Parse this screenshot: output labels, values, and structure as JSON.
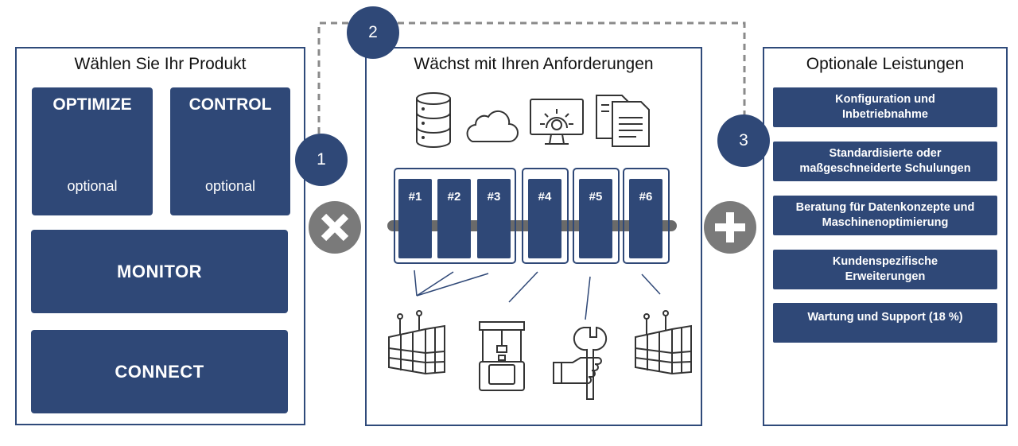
{
  "left": {
    "title": "Wählen Sie Ihr Produkt",
    "optimize": {
      "label": "OPTIMIZE",
      "sub": "optional"
    },
    "control": {
      "label": "CONTROL",
      "sub": "optional"
    },
    "monitor": "MONITOR",
    "connect": "CONNECT"
  },
  "middle": {
    "title": "Wächst mit Ihren Anforderungen",
    "modules": [
      "#1",
      "#2",
      "#3",
      "#4",
      "#5",
      "#6"
    ],
    "top_icons": [
      "database-icon",
      "cloud-icon",
      "monitor-gear-icon",
      "documents-icon"
    ],
    "bottom_icons": [
      "factory-icon",
      "machine-icon",
      "hand-wrench-icon",
      "factory-icon"
    ]
  },
  "right": {
    "title": "Optionale Leistungen",
    "services": [
      [
        "Konfiguration und",
        "Inbetriebnahme"
      ],
      [
        "Standardisierte oder",
        "maßgeschneiderte Schulungen"
      ],
      [
        "Beratung für Datenkonzepte und",
        "Maschinenoptimierung"
      ],
      [
        "Kundenspezifische",
        "Erweiterungen"
      ],
      [
        "Wartung und Support (18 %)"
      ]
    ]
  },
  "steps": [
    "1",
    "2",
    "3"
  ],
  "symbols": {
    "multiply": "multiply-icon",
    "plus": "plus-icon"
  },
  "colors": {
    "navy": "#2f4877",
    "gray": "#7a7a7a"
  }
}
